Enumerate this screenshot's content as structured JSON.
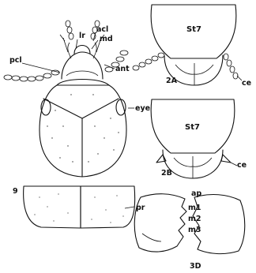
{
  "figure": {
    "labels": {
      "lr": "lr",
      "acl": "acl",
      "md": "md",
      "pcl": "pcl",
      "ant": "ant",
      "eye": "eye",
      "pr": "pr",
      "fig9": "9",
      "st7_a": "St7",
      "ce_a": "ce",
      "fig2a": "2A",
      "st7_b": "St7",
      "ce_b": "ce",
      "fig2b": "2B",
      "ap": "ap",
      "m1": "m1",
      "m2": "m2",
      "m3": "m3",
      "fig3d": "3D"
    }
  }
}
